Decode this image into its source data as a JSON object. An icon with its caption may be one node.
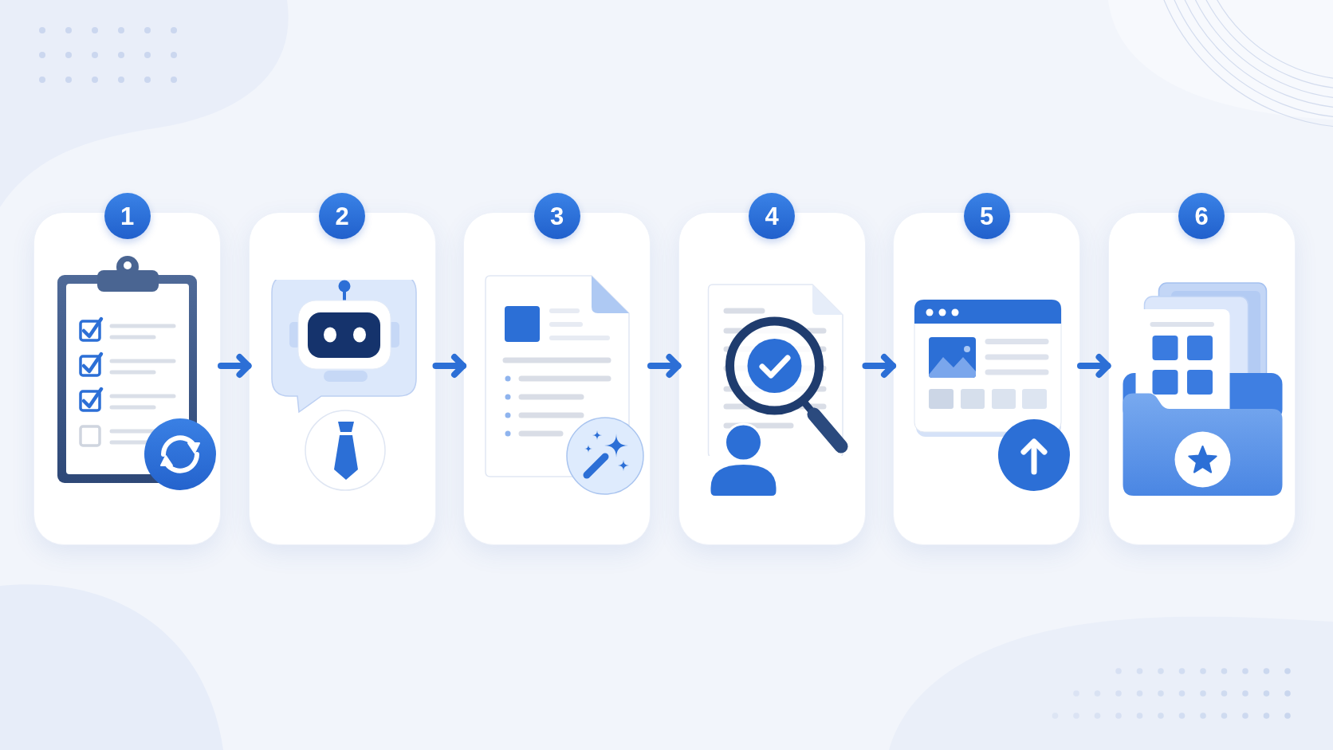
{
  "diagram": {
    "nodes": [
      {
        "text": [
          "1"
        ]
      },
      {
        "text": [
          "2"
        ]
      },
      {
        "text": [
          "3"
        ]
      },
      {
        "text": [
          "4"
        ]
      },
      {
        "text": [
          "5"
        ]
      },
      {
        "text": [
          "6"
        ]
      }
    ],
    "edges": [
      {
        "from": 0,
        "to": 1,
        "arrow": "to"
      },
      {
        "from": 1,
        "to": 2,
        "arrow": "to"
      },
      {
        "from": 2,
        "to": 3,
        "arrow": "to"
      },
      {
        "from": 3,
        "to": 4,
        "arrow": "to"
      },
      {
        "from": 4,
        "to": 5,
        "arrow": "to"
      }
    ]
  }
}
